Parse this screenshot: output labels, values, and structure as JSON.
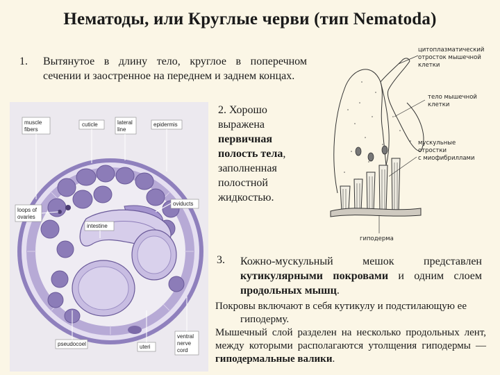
{
  "title": "Нематоды, или Круглые черви (тип Nematoda)",
  "p1": {
    "number": "1.",
    "text": "Вытянутое в длину тело, круглое в поперечном сечении и заостренное на переднем и заднем концах."
  },
  "p2": {
    "part1": "2. Хорошо выражена ",
    "bold": "первичная полость тела",
    "part2": ", заполненная полостной жидкостью."
  },
  "p3": {
    "number": "3.",
    "part1": "Кожно-мускульный мешок представлен ",
    "bold1": "кутикулярными покровами",
    "part2": " и одним слоем ",
    "bold2": "продольных мышц",
    "part3": "."
  },
  "p4": {
    "line1": "Покровы включают в себя кутикулу и подстилающую ее",
    "line2": "гиподерму."
  },
  "p5": {
    "part1": "Мышечный слой разделен на несколько продольных лент, между которыми располагаются утолщения гиподермы — ",
    "bold": "гиподермальные валики",
    "part2": "."
  },
  "figure_left_labels": {
    "muscle_fibers": [
      "muscle",
      "fibers"
    ],
    "cuticle": "cuticle",
    "lateral_line": [
      "lateral",
      "line"
    ],
    "epidermis": "epidermis",
    "oviducts": "oviducts",
    "loops_of_ovaries": [
      "loops of",
      "ovaries"
    ],
    "intestine": "intestine",
    "pseudocoel": "pseudocoel",
    "uteri": "uteri",
    "ventral_nerve_cord": [
      "ventral",
      "nerve",
      "cord"
    ]
  },
  "figure_right_labels": {
    "cytoplasmic_process": [
      "цитоплазматический",
      "отросток мышечной",
      "клетки"
    ],
    "muscle_cell_body": [
      "тело мышечной",
      "клетки"
    ],
    "muscle_processes": [
      "мускульные",
      "отростки",
      "с миофибриллами"
    ],
    "hypoderm": "гиподерма"
  },
  "colors": {
    "background": "#fbf6e6",
    "tissue_purple": "#9c8fc4",
    "tissue_light": "#c9bfe0",
    "cell_dark": "#7c6aa9"
  }
}
